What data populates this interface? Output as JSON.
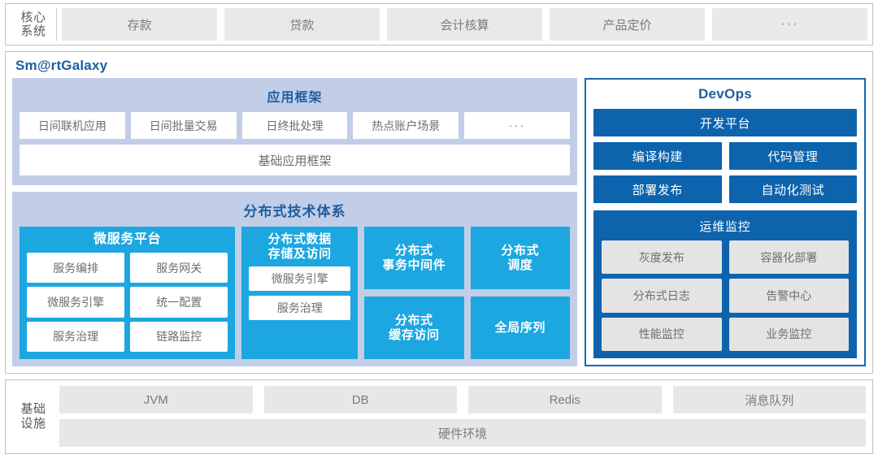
{
  "core_systems": {
    "label": "核心\n系统",
    "label_line1": "核心",
    "label_line2": "系统",
    "items": [
      {
        "label": "存款"
      },
      {
        "label": "贷款"
      },
      {
        "label": "会计核算"
      },
      {
        "label": "产品定价"
      },
      {
        "label": "···"
      }
    ]
  },
  "galaxy": {
    "title": "Sm@rtGalaxy",
    "app_framework": {
      "title": "应用框架",
      "items": [
        {
          "label": "日间联机应用"
        },
        {
          "label": "日间批量交易"
        },
        {
          "label": "日终批处理"
        },
        {
          "label": "热点账户场景"
        },
        {
          "label": "···"
        }
      ],
      "base_label": "基础应用框架"
    },
    "dist_tech": {
      "title": "分布式技术体系",
      "microservice_platform": {
        "title": "微服务平台",
        "items": [
          {
            "label": "服务编排"
          },
          {
            "label": "服务网关"
          },
          {
            "label": "微服务引擎"
          },
          {
            "label": "统一配置"
          },
          {
            "label": "服务治理"
          },
          {
            "label": "链路监控"
          }
        ]
      },
      "dist_data_storage": {
        "title_line1": "分布式数据",
        "title_line2": "存储及访问",
        "items": [
          {
            "label": "微服务引擎"
          },
          {
            "label": "服务治理"
          }
        ]
      },
      "column3": [
        {
          "line1": "分布式",
          "line2": "事务中间件"
        },
        {
          "line1": "分布式",
          "line2": "缓存访问"
        }
      ],
      "column4": [
        {
          "line1": "分布式",
          "line2": "调度"
        },
        {
          "line1": "全局序列",
          "line2": ""
        }
      ]
    }
  },
  "devops": {
    "title": "DevOps",
    "platform_label": "开发平台",
    "tools": [
      {
        "label": "编译构建"
      },
      {
        "label": "代码管理"
      },
      {
        "label": "部署发布"
      },
      {
        "label": "自动化测试"
      }
    ],
    "ops_monitor": {
      "title": "运维监控",
      "items": [
        {
          "label": "灰度发布"
        },
        {
          "label": "容器化部署"
        },
        {
          "label": "分布式日志"
        },
        {
          "label": "告警中心"
        },
        {
          "label": "性能监控"
        },
        {
          "label": "业务监控"
        }
      ]
    }
  },
  "infrastructure": {
    "label_line1": "基础",
    "label_line2": "设施",
    "items": [
      {
        "label": "JVM"
      },
      {
        "label": "DB"
      },
      {
        "label": "Redis"
      },
      {
        "label": "消息队列"
      }
    ],
    "hardware_label": "硬件环境"
  },
  "colors": {
    "accent_navy": "#0D63AC",
    "accent_cyan": "#1CA7E0",
    "title_blue": "#1F5FA0",
    "lavender": "#C2CDE8",
    "gray_chip": "#E9E9E9",
    "panel_border": "#bfbfbf"
  }
}
